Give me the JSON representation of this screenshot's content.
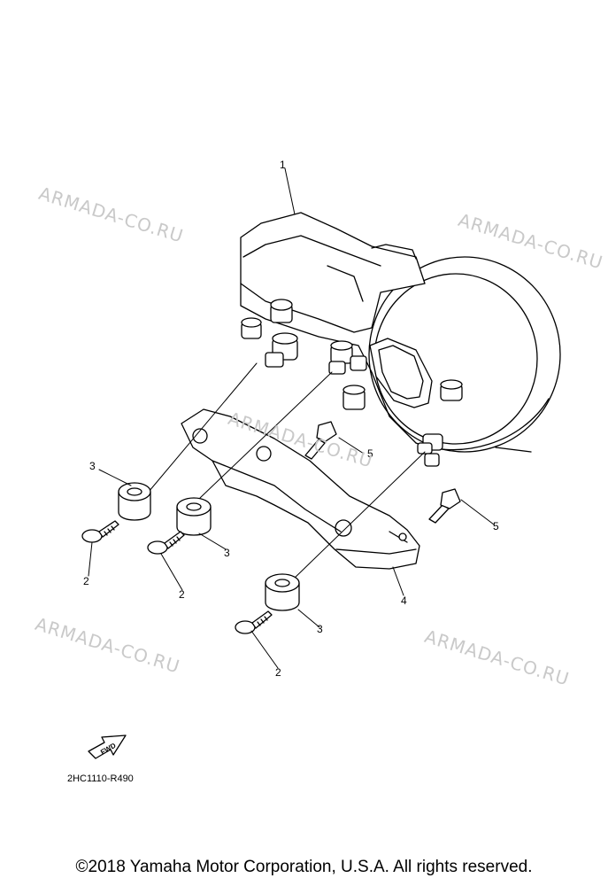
{
  "watermarks": [
    "ARMADA-CO.RU",
    "ARMADA-CO.RU",
    "ARMADA-CO.RU",
    "ARMADA-CO.RU",
    "ARMADA-CO.RU"
  ],
  "callouts": {
    "p1": "1",
    "p2a": "2",
    "p2b": "2",
    "p2c": "2",
    "p3a": "3",
    "p3b": "3",
    "p3c": "3",
    "p4": "4",
    "p5a": "5",
    "p5b": "5"
  },
  "fwd_label": "FWD",
  "reference_code": "2HC1110-R490",
  "copyright": "©2018 Yamaha Motor Corporation, U.S.A. All rights reserved."
}
